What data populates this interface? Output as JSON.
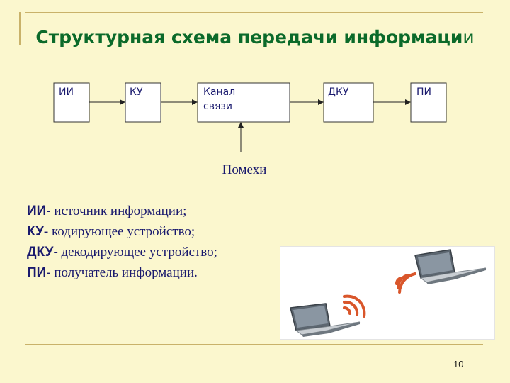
{
  "slide": {
    "title_bold": "Структурная схема передачи информаци",
    "title_tail": "и",
    "page_number": "10"
  },
  "diagram": {
    "blocks": [
      {
        "id": "ii",
        "line1": "ИИ",
        "line2": ""
      },
      {
        "id": "ku",
        "line1": "КУ",
        "line2": ""
      },
      {
        "id": "channel",
        "line1": "Канал",
        "line2": "связи"
      },
      {
        "id": "dku",
        "line1": "ДКУ",
        "line2": ""
      },
      {
        "id": "pi",
        "line1": "ПИ",
        "line2": ""
      }
    ],
    "noise_label": "Помехи"
  },
  "legend": [
    {
      "term": "ИИ",
      "desc": "- источник информации;"
    },
    {
      "term": "КУ",
      "desc": "- кодирующее устройство;"
    },
    {
      "term": "ДКУ",
      "desc": "- декодирующее устройство;"
    },
    {
      "term": "ПИ",
      "desc": "- получатель информации."
    }
  ],
  "colors": {
    "background": "#FBF7CE",
    "title": "#0B6A2A",
    "frame": "#C9B26A",
    "text": "#1A1A6E",
    "wifi": "#D9562B"
  },
  "illustration": {
    "icons": [
      "laptop-icon",
      "wifi-signal-icon",
      "laptop-icon",
      "wifi-signal-icon"
    ]
  }
}
